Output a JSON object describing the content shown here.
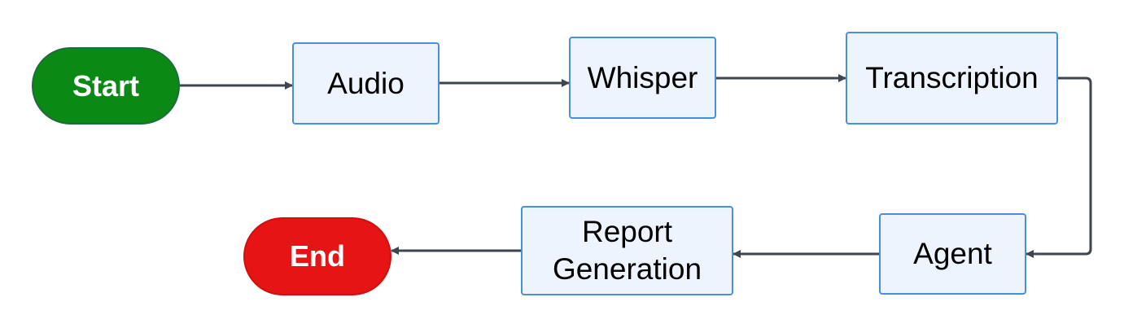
{
  "diagram": {
    "nodes": {
      "start": {
        "label": "Start"
      },
      "audio": {
        "label": "Audio"
      },
      "whisper": {
        "label": "Whisper"
      },
      "transcription": {
        "label": "Transcription"
      },
      "agent": {
        "label": "Agent"
      },
      "report": {
        "lines": [
          "Report",
          "Generation"
        ]
      },
      "end": {
        "label": "End"
      }
    },
    "edges": [
      {
        "from": "start",
        "to": "audio"
      },
      {
        "from": "audio",
        "to": "whisper"
      },
      {
        "from": "whisper",
        "to": "transcription"
      },
      {
        "from": "transcription",
        "to": "agent"
      },
      {
        "from": "agent",
        "to": "report"
      },
      {
        "from": "report",
        "to": "end"
      }
    ],
    "colors": {
      "start_fill": "#0a8a14",
      "end_fill": "#e61414",
      "box_fill": "#edf4fd",
      "box_border": "#4a8ee0",
      "edge": "#3d4550"
    }
  }
}
